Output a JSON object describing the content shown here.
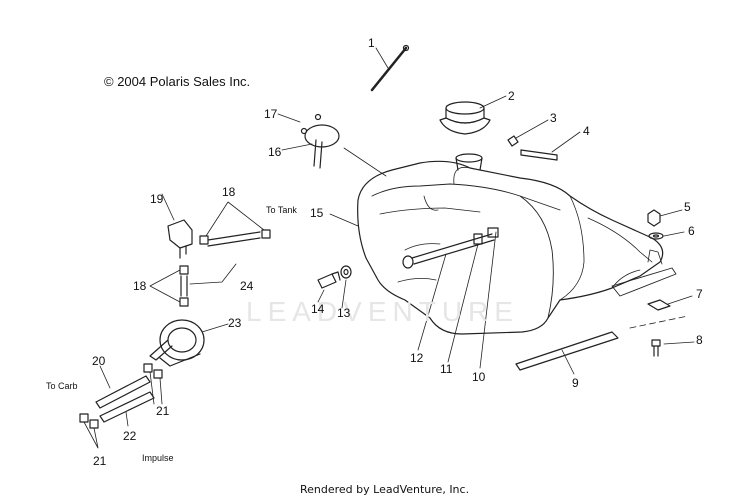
{
  "copyright": "© 2004 Polaris Sales Inc.",
  "footer": "Rendered by LeadVenture, Inc.",
  "watermark": "LEADVENTURE",
  "notes": {
    "to_tank": "To Tank",
    "to_carb": "To Carb",
    "impulse": "Impulse"
  },
  "callouts": {
    "c1": "1",
    "c2": "2",
    "c3": "3",
    "c4": "4",
    "c5": "5",
    "c6": "6",
    "c7": "7",
    "c8": "8",
    "c9": "9",
    "c10": "10",
    "c11": "11",
    "c12": "12",
    "c13": "13",
    "c14": "14",
    "c15": "15",
    "c16": "16",
    "c17": "17",
    "c18a": "18",
    "c18b": "18",
    "c19": "19",
    "c20": "20",
    "c21a": "21",
    "c21b": "21",
    "c22": "22",
    "c23": "23",
    "c24": "24"
  }
}
